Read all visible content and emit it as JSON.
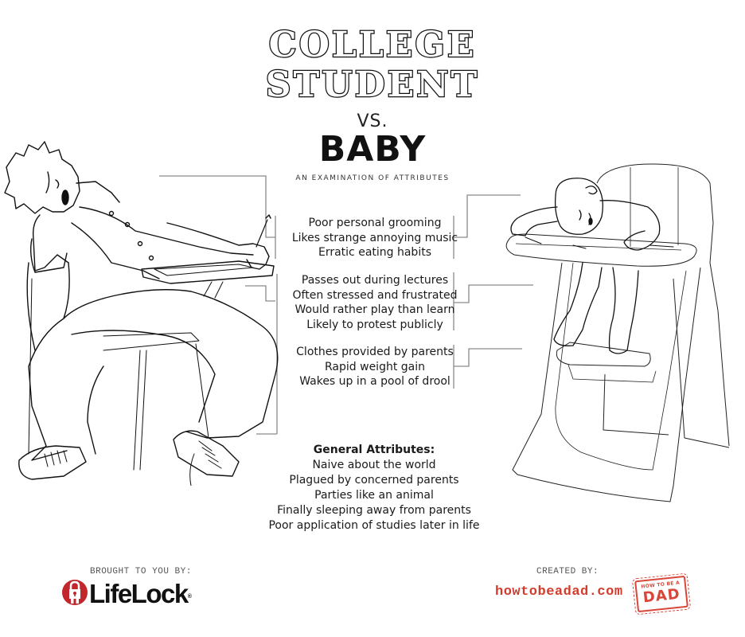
{
  "header": {
    "title_line1": "COLLEGE",
    "title_line2": "STUDENT",
    "vs": "VS.",
    "title_line3": "BABY",
    "subtitle": "AN EXAMINATION OF ATTRIBUTES"
  },
  "attribute_groups": [
    {
      "items": [
        "Poor personal grooming",
        "Likes strange annoying music",
        "Erratic eating habits"
      ]
    },
    {
      "items": [
        "Passes out during lectures",
        "Often stressed and frustrated",
        "Would rather play than learn",
        "Likely to protest publicly"
      ]
    },
    {
      "items": [
        "Clothes provided by parents",
        "Rapid weight gain",
        "Wakes up in a pool of drool"
      ]
    }
  ],
  "general": {
    "heading": "General Attributes:",
    "items": [
      "Naive about the world",
      "Plagued by concerned parents",
      "Parties like an animal",
      "Finally sleeping away from parents",
      "Poor application of studies later in life"
    ]
  },
  "illustrations": {
    "left": "Sleeping college student slumped in desk chair holding pencil",
    "right": "Sleeping baby slumped over high chair tray"
  },
  "footer": {
    "sponsor_label": "BROUGHT TO YOU BY:",
    "sponsor_name": "LifeLock",
    "sponsor_mark": "®",
    "creator_label": "CREATED BY:",
    "creator_site": "howtobeadad.com",
    "stamp_top": "HOW TO BE A",
    "stamp_main": "DAD"
  },
  "colors": {
    "lifelock_red": "#c1272d",
    "site_red": "#d33b2c",
    "bracket_gray": "#8a8a8a"
  }
}
